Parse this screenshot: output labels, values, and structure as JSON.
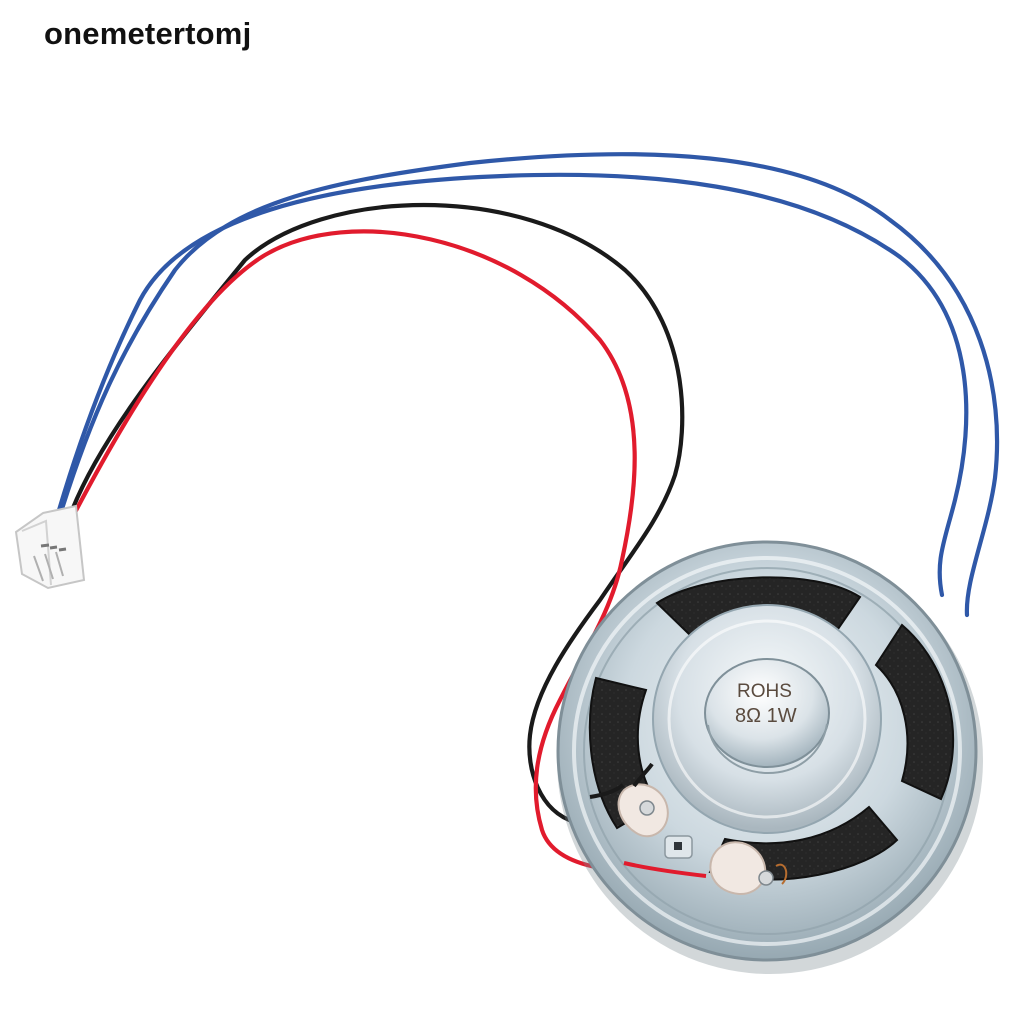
{
  "watermark": "onemetertomj",
  "speaker": {
    "label_line1": "ROHS",
    "label_line2": "8Ω 1W"
  },
  "colors": {
    "background": "#ffffff",
    "blue_wire": "#2f58a8",
    "black_wire": "#1a1a1a",
    "red_wire": "#e11b2d",
    "speaker_metal": "#c9d6df",
    "speaker_cone": "#2d2d2d",
    "connector": "#f5f5f5"
  }
}
